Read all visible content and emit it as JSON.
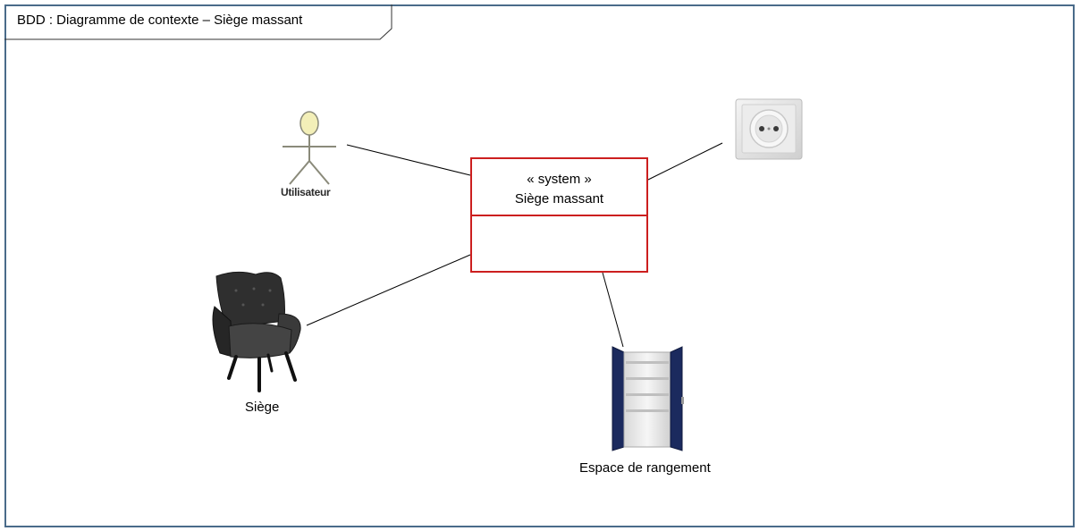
{
  "frame": {
    "title": "BDD : Diagramme de contexte – Siège massant"
  },
  "system_block": {
    "stereotype": "« system »",
    "name": "Siège massant"
  },
  "actors": {
    "user": {
      "label": "Utilisateur",
      "icon": "stick-figure-icon"
    },
    "seat": {
      "label": "Siège",
      "icon": "armchair-icon"
    },
    "storage": {
      "label": "Espace de rangement",
      "icon": "cabinet-icon"
    },
    "power": {
      "label": "",
      "icon": "power-outlet-icon"
    }
  },
  "colors": {
    "frame_border": "#4a6b8a",
    "system_border": "#cc1f1f",
    "actor_head": "#f3efb8",
    "cabinet_doors": "#1b2a5e"
  }
}
